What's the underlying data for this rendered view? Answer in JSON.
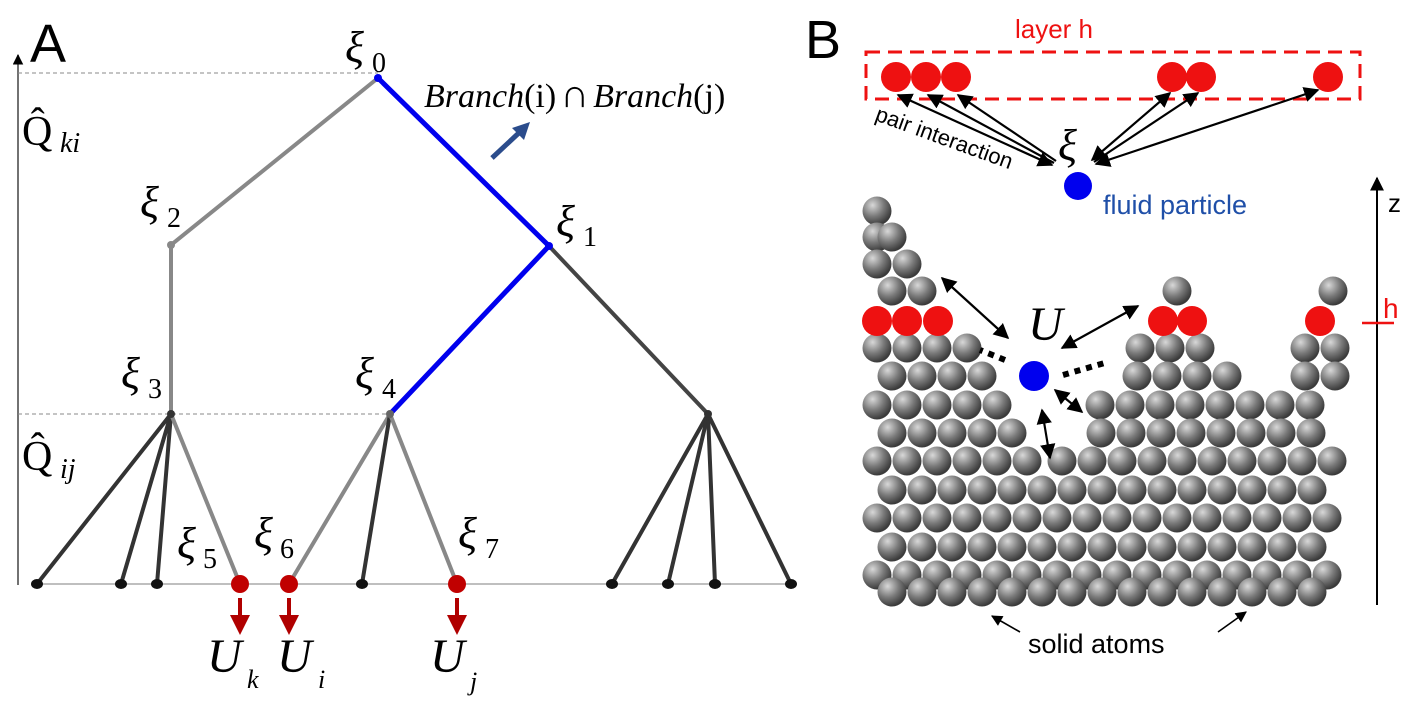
{
  "panel_a": {
    "letter": "A",
    "q_ki": {
      "base": "Q̂",
      "sub": "ki"
    },
    "q_ij": {
      "base": "Q̂",
      "sub": "ij"
    },
    "branch_label": {
      "part1": "Branch",
      "arg1": "(i)",
      "cap": "∩",
      "part2": "Branch",
      "arg2": "(j)"
    },
    "nodes": [
      {
        "id": "xi0",
        "base": "ξ",
        "sub": "0"
      },
      {
        "id": "xi1",
        "base": "ξ",
        "sub": "1"
      },
      {
        "id": "xi2",
        "base": "ξ",
        "sub": "2"
      },
      {
        "id": "xi3",
        "base": "ξ",
        "sub": "3"
      },
      {
        "id": "xi4",
        "base": "ξ",
        "sub": "4"
      },
      {
        "id": "xi5",
        "base": "ξ",
        "sub": "5"
      },
      {
        "id": "xi6",
        "base": "ξ",
        "sub": "6"
      },
      {
        "id": "xi7",
        "base": "ξ",
        "sub": "7"
      }
    ],
    "leaves": [
      {
        "base": "U",
        "sub": "k"
      },
      {
        "base": "U",
        "sub": "i"
      },
      {
        "base": "U",
        "sub": "j"
      }
    ],
    "colors": {
      "highlight": "#0000ee",
      "leaf": "#c00000",
      "branch_gray": "#808080",
      "branch_dark": "#404040"
    }
  },
  "panel_b": {
    "letter": "B",
    "layer_label": "layer h",
    "pair_label": "pair interaction",
    "xi_label": "ξ",
    "fluid_label": "fluid particle",
    "u_label": "U",
    "z_label": "z",
    "h_label": "h",
    "solid_label": "solid atoms",
    "colors": {
      "layer": "#ee1111",
      "fluid": "#0000ee",
      "fluid_text": "#1f4fa8",
      "solid": "#777777"
    }
  }
}
